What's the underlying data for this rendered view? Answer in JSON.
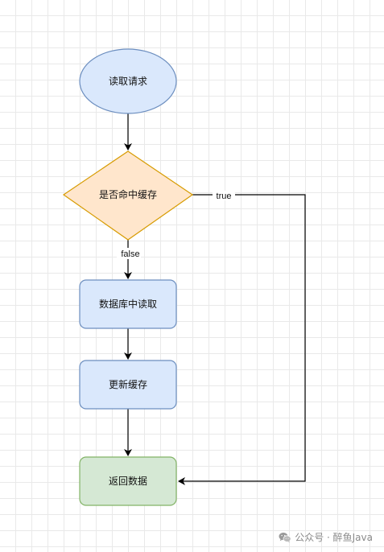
{
  "diagram": {
    "nodes": [
      {
        "id": "start",
        "shape": "ellipse",
        "label": "读取请求",
        "fill": "#dae8fc",
        "stroke": "#6c8ebf"
      },
      {
        "id": "decision",
        "shape": "diamond",
        "label": "是否命中缓存",
        "fill": "#ffe6cc",
        "stroke": "#d79b00"
      },
      {
        "id": "read-db",
        "shape": "rounded-rect",
        "label": "数据库中读取",
        "fill": "#dae8fc",
        "stroke": "#6c8ebf"
      },
      {
        "id": "update-cache",
        "shape": "rounded-rect",
        "label": "更新缓存",
        "fill": "#dae8fc",
        "stroke": "#6c8ebf"
      },
      {
        "id": "return",
        "shape": "rounded-rect",
        "label": "返回数据",
        "fill": "#d5e8d4",
        "stroke": "#82b366"
      }
    ],
    "edges": [
      {
        "from": "start",
        "to": "decision",
        "label": ""
      },
      {
        "from": "decision",
        "to": "read-db",
        "label": "false"
      },
      {
        "from": "decision",
        "to": "return",
        "label": "true"
      },
      {
        "from": "read-db",
        "to": "update-cache",
        "label": ""
      },
      {
        "from": "update-cache",
        "to": "return",
        "label": ""
      }
    ]
  },
  "watermark": {
    "icon": "wechat-logo-icon",
    "text": "公众号 · 醉鱼Java"
  }
}
